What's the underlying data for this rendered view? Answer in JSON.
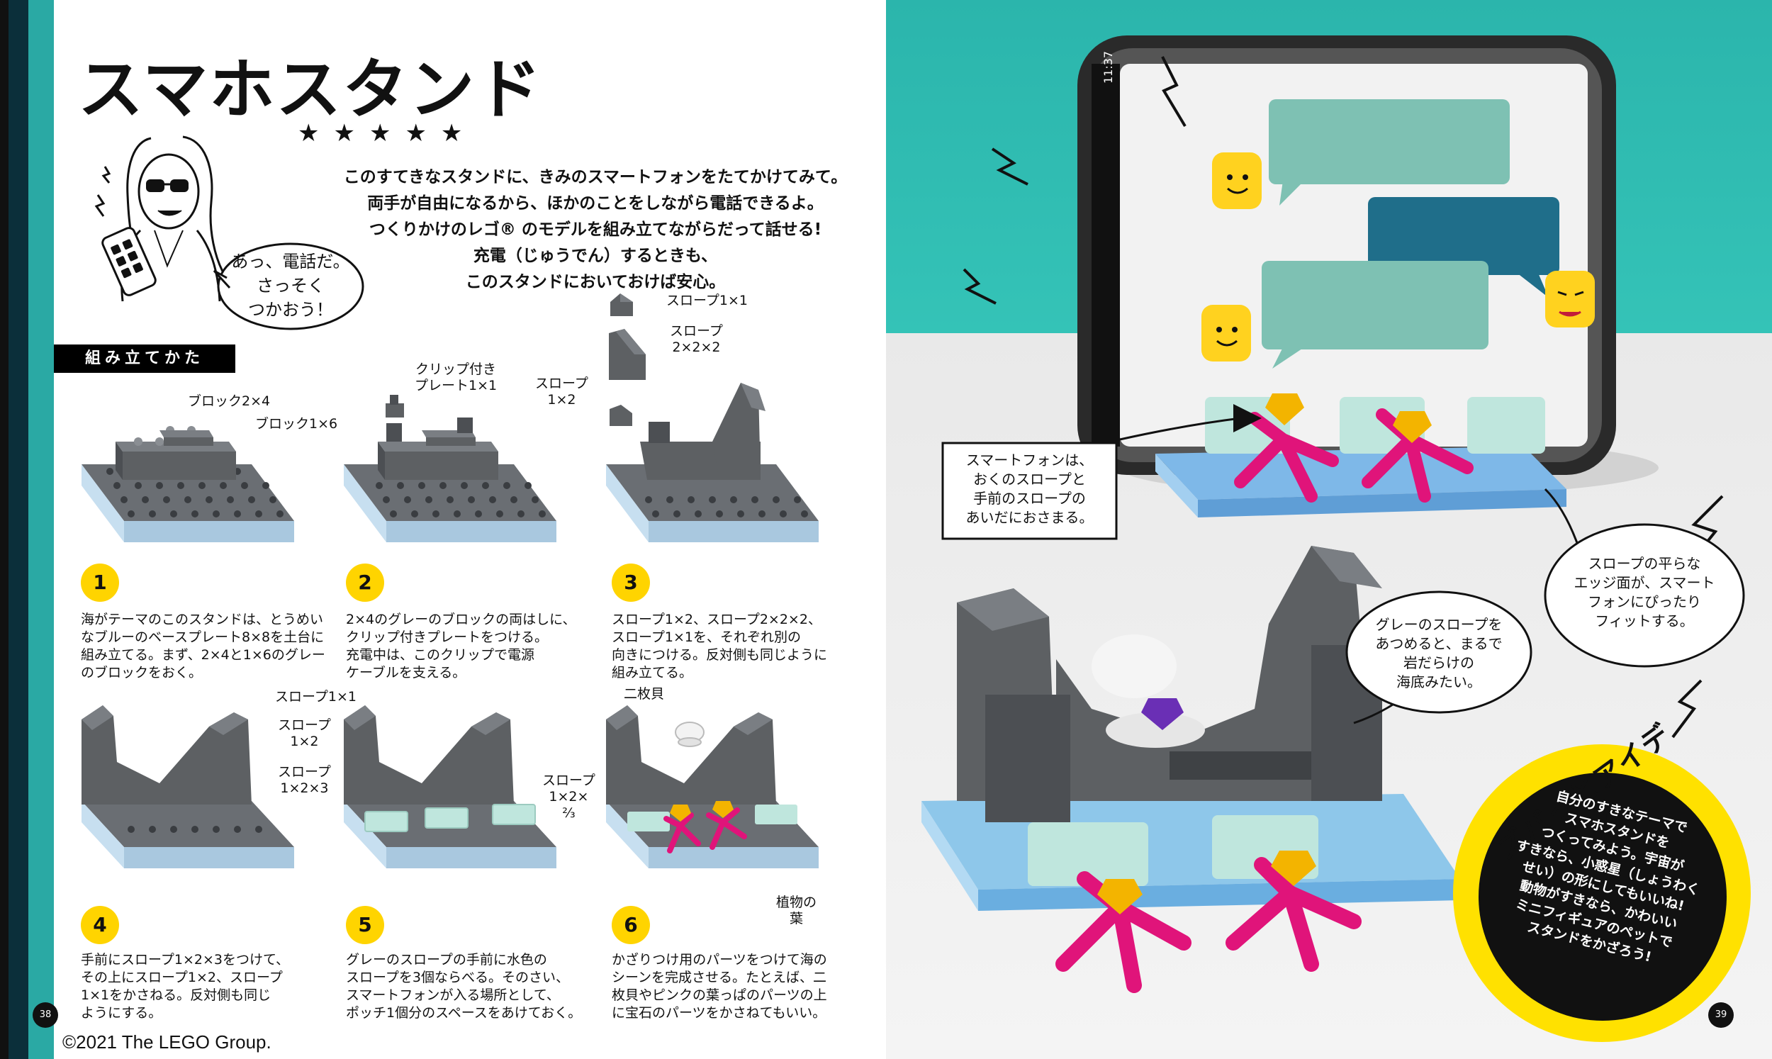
{
  "page": {
    "title": "スマホスタンド",
    "rating_stars": "★★★★★",
    "speech_bubble": [
      "あっ、電話だ。",
      "さっそく",
      "つかおう！"
    ],
    "intro": [
      "このすてきなスタンドに、きみのスマートフォンをたてかけてみて。",
      "両手が自由になるから、ほかのことをしながら電話できるよ。",
      "つくりかけのレゴ® のモデルを組み立てながらだって話せる!",
      "充電（じゅうでん）するときも、",
      "このスタンドにおいておけば安心。"
    ],
    "section_label": "組み立てかた",
    "copyright": "©2021 The LEGO Group.",
    "page_numbers": {
      "left": "38",
      "right": "39"
    }
  },
  "callouts": {
    "block_2x4": "ブロック2×4",
    "block_1x6": "ブロック1×6",
    "clip_plate": [
      "クリップ付き",
      "プレート1×1"
    ],
    "slope_1x1_top": "スロープ1×1",
    "slope_2x2x2": [
      "スロープ",
      "2×2×2"
    ],
    "slope_1x2_top": [
      "スロープ",
      "1×2"
    ],
    "slope_1x1_s4": "スロープ1×1",
    "slope_1x2_s4": [
      "スロープ",
      "1×2"
    ],
    "slope_1x2x3_s4": [
      "スロープ",
      "1×2×3"
    ],
    "slope_1x2_two_thirds": [
      "スロープ",
      "1×2×",
      "⅔"
    ],
    "clam_shell": "二枚貝",
    "plant_leaves": [
      "植物の",
      "葉"
    ]
  },
  "steps": [
    {
      "num": "1",
      "text": [
        "海がテーマのこのスタンドは、とうめい",
        "なブルーのベースプレート8×8を土台に",
        "組み立てる。まず、2×4と1×6のグレー",
        "のブロックをおく。"
      ]
    },
    {
      "num": "2",
      "text": [
        "2×4のグレーのブロックの両はしに、",
        "クリップ付きプレートをつける。",
        "充電中は、このクリップで電源",
        "ケーブルを支える。"
      ]
    },
    {
      "num": "3",
      "text": [
        "スロープ1×2、スロープ2×2×2、",
        "スロープ1×1を、それぞれ別の",
        "向きにつける。反対側も同じように",
        "組み立てる。"
      ]
    },
    {
      "num": "4",
      "text": [
        "手前にスロープ1×2×3をつけて、",
        "その上にスロープ1×2、スロープ",
        "1×1をかさねる。反対側も同じ",
        "ようにする。"
      ]
    },
    {
      "num": "5",
      "text": [
        "グレーのスロープの手前に水色の",
        "スロープを3個ならべる。そのさい、",
        "スマートフォンが入る場所として、",
        "ポッチ1個分のスペースをあけておく。"
      ]
    },
    {
      "num": "6",
      "text": [
        "かざりつけ用のパーツをつけて海の",
        "シーンを完成させる。たとえば、二",
        "枚貝やピンクの葉っぱのパーツの上",
        "に宝石のパーツをかさねてもいい。"
      ]
    }
  ],
  "right_notes": {
    "phone_fit": [
      "スマートフォンは、",
      "おくのスロープと",
      "手前のスロープの",
      "あいだにおさまる。"
    ],
    "slope_edge": [
      "スロープの平らな",
      "エッジ面が、スマート",
      "フォンにぴったり",
      "フィットする。"
    ],
    "rocky_sea": [
      "グレーのスロープを",
      "あつめると、まるで",
      "岩だらけの",
      "海底みたい。"
    ],
    "phone_time": "11:37"
  },
  "idea": {
    "title": "ズバっとアイデア!",
    "text": [
      "自分のすきなテーマで",
      "スマホスタンドを",
      "つくってみよう。宇宙が",
      "すきなら、小惑星（しょうわく",
      "せい）の形にしてもいいね!",
      "動物がすきなら、かわいい",
      "ミニフィギュアのペットで",
      "スタンドをかざろう!"
    ]
  },
  "colors": {
    "teal": "#2aa9a4",
    "dark_edge": "#0b2f3a",
    "step_yellow": "#ffd400",
    "brick_gray": "#5d6063",
    "base_blue": "#8ec7ea",
    "slope_mint": "#bfe6dd",
    "leaf_pink": "#e0147a",
    "gem_yellow": "#f3b400"
  }
}
